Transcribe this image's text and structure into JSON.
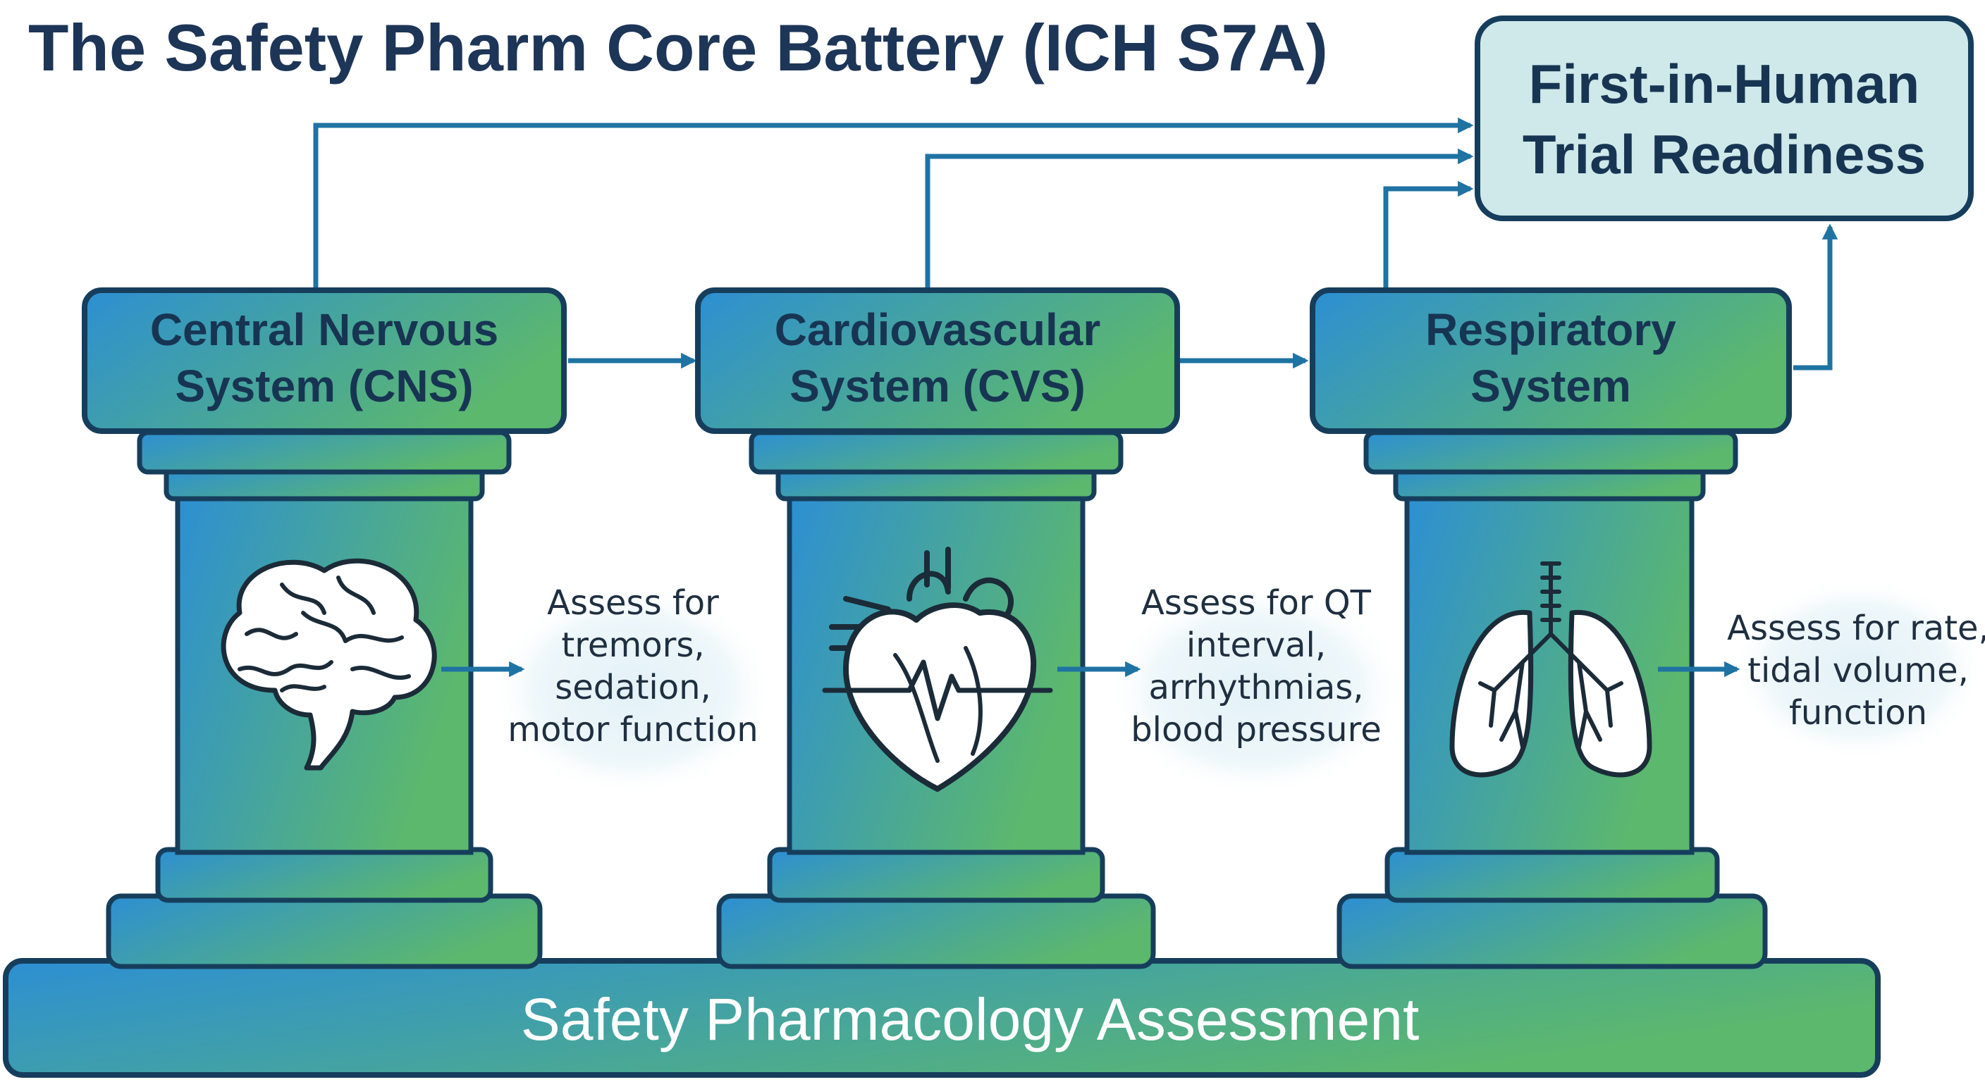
{
  "title": "The Safety Pharm Core Battery (ICH S7A)",
  "goal": {
    "lines": [
      "First-in-Human",
      "Trial Readiness"
    ]
  },
  "base": {
    "label": "Safety Pharmacology Assessment"
  },
  "pillars": [
    {
      "id": "cns",
      "icon": "brain-icon",
      "label": [
        "Central Nervous",
        "System (CNS)"
      ],
      "note": [
        "Assess for",
        "tremors,",
        "sedation,",
        "motor function"
      ]
    },
    {
      "id": "cvs",
      "icon": "heart-icon",
      "label": [
        "Cardiovascular",
        "System (CVS)"
      ],
      "note": [
        "Assess for QT",
        "interval,",
        "arrhythmias,",
        "blood pressure"
      ]
    },
    {
      "id": "resp",
      "icon": "lungs-icon",
      "label": [
        "Respiratory",
        "System"
      ],
      "note": [
        "Assess for rate,",
        "tidal volume,",
        "function"
      ]
    }
  ],
  "colors": {
    "outline": "#163e5c",
    "blue": "#2d8fd3",
    "green": "#5cb86d",
    "arrow": "#1f73a3",
    "goal_fill": "#cfe9ea",
    "title": "#1d3557",
    "note_glow": "#e3f1f6"
  }
}
